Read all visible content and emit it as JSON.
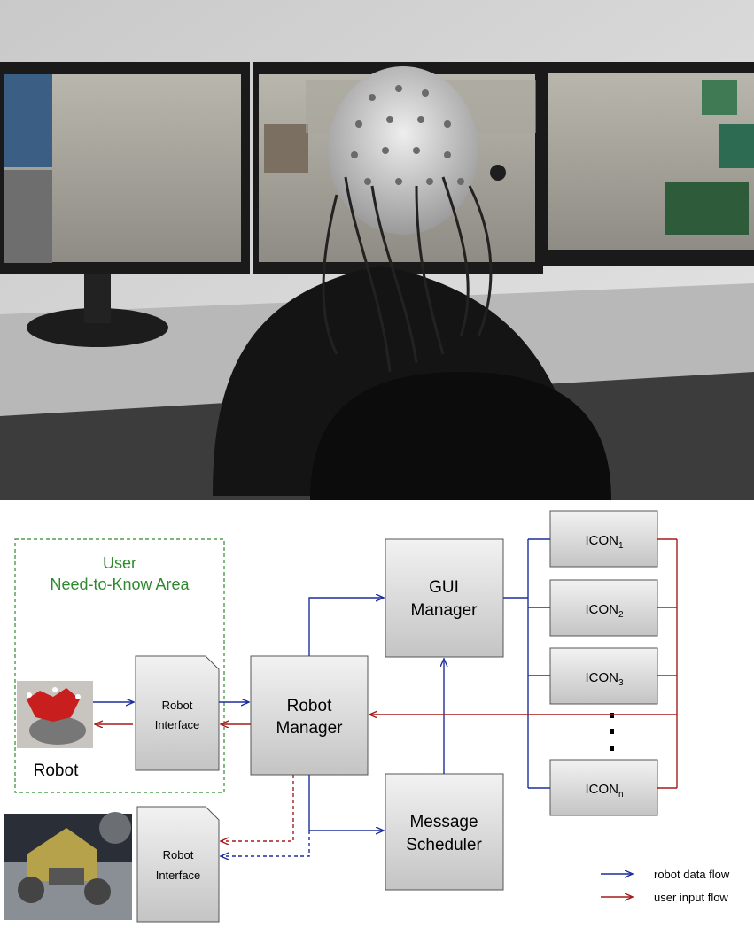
{
  "diagram": {
    "area_title_line1": "User",
    "area_title_line2": "Need-to-Know Area",
    "robot_label": "Robot",
    "robot_interface_1": [
      "Robot",
      "Interface"
    ],
    "robot_interface_2": [
      "Robot",
      "Interface"
    ],
    "robot_manager": [
      "Robot",
      "Manager"
    ],
    "gui_manager": [
      "GUI",
      "Manager"
    ],
    "message_scheduler": [
      "Message",
      "Scheduler"
    ],
    "icons": [
      {
        "base": "ICON",
        "sub": "1"
      },
      {
        "base": "ICON",
        "sub": "2"
      },
      {
        "base": "ICON",
        "sub": "3"
      },
      {
        "base": "ICON",
        "sub": "n"
      }
    ],
    "legend": {
      "robot_flow": "robot data flow",
      "user_flow": "user input flow"
    },
    "colors": {
      "robot_flow": "#1d2f9c",
      "user_flow": "#a51c1c",
      "area_border": "#2f8a2f"
    }
  }
}
